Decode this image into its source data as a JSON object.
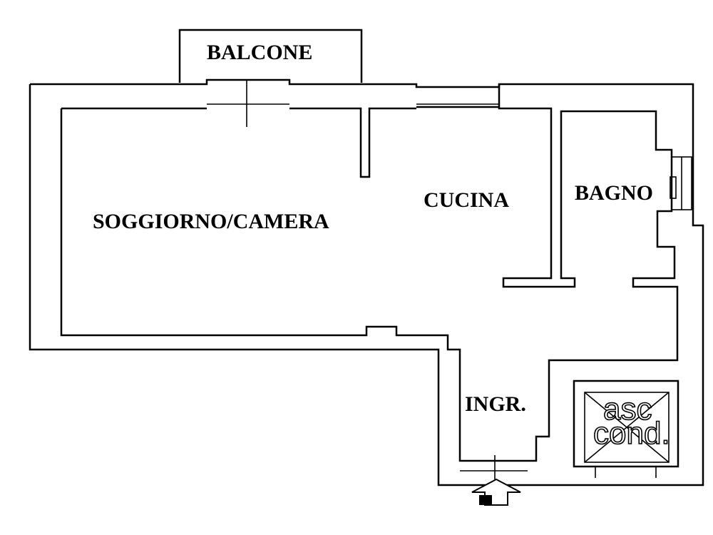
{
  "rooms": {
    "balcone": "BALCONE",
    "soggiorno": "SOGGIORNO/CAMERA",
    "cucina": "CUCINA",
    "bagno": "BAGNO",
    "ingresso": "INGR."
  },
  "elevator": {
    "line1": "asc",
    "line2": "cond."
  }
}
